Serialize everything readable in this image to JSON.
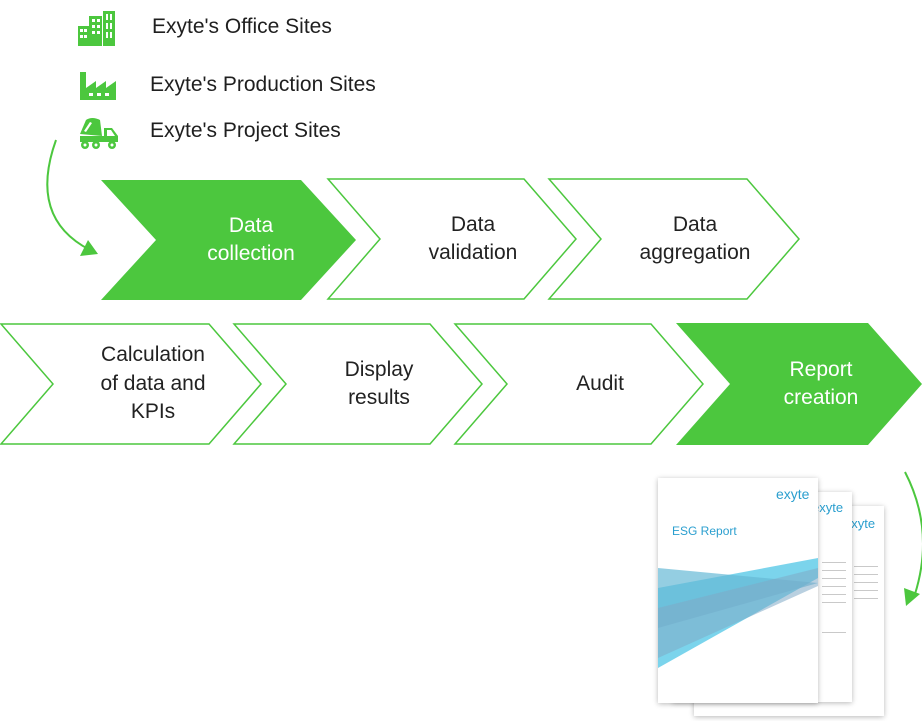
{
  "legend": [
    {
      "label": "Exyte's Office Sites",
      "icon": "office-buildings-icon"
    },
    {
      "label": "Exyte's Production Sites",
      "icon": "factory-icon"
    },
    {
      "label": "Exyte's Project Sites",
      "icon": "concrete-mixer-truck-icon"
    }
  ],
  "row1": [
    {
      "label": "Data\ncollection",
      "highlight": true
    },
    {
      "label": "Data\nvalidation",
      "highlight": false
    },
    {
      "label": "Data\naggregation",
      "highlight": false
    }
  ],
  "row2": [
    {
      "label": "Calculation\nof data and\nKPIs",
      "highlight": false
    },
    {
      "label": "Display\nresults",
      "highlight": false
    },
    {
      "label": "Audit",
      "highlight": false
    },
    {
      "label": "Report\ncreation",
      "highlight": true
    }
  ],
  "report": {
    "brand": "exyte",
    "title": "ESG Report"
  },
  "colors": {
    "accent": "#4cc73e",
    "outline": "#4cc73e",
    "brand_blue": "#2b9fcf"
  }
}
